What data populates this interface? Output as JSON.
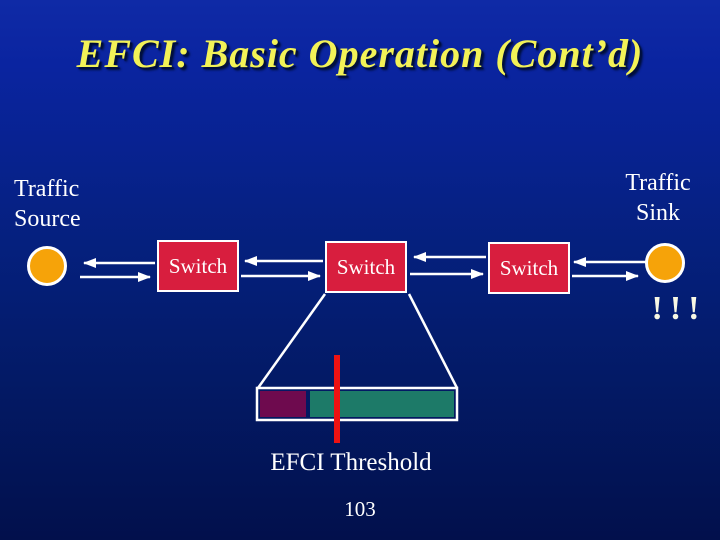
{
  "slide": {
    "title": "EFCI: Basic Operation (Cont’d)",
    "page_number": "103"
  },
  "diagram": {
    "source_label": "Traffic Source",
    "sink_label": "Traffic Sink",
    "switches": [
      {
        "label": "Switch"
      },
      {
        "label": "Switch"
      },
      {
        "label": "Switch"
      }
    ],
    "threshold_label": "EFCI Threshold",
    "congestion_marks": "!!!"
  },
  "colors": {
    "background_top": "#0f2aa6",
    "background_bottom": "#02104c",
    "title_yellow": "#f2f257",
    "switch_red": "#d81e3e",
    "node_orange": "#f6a309",
    "buffer_left_maroon": "#6e0a4e",
    "buffer_right_teal": "#1d7a68",
    "threshold_red": "#ee1212",
    "line_white": "#ffffff"
  }
}
